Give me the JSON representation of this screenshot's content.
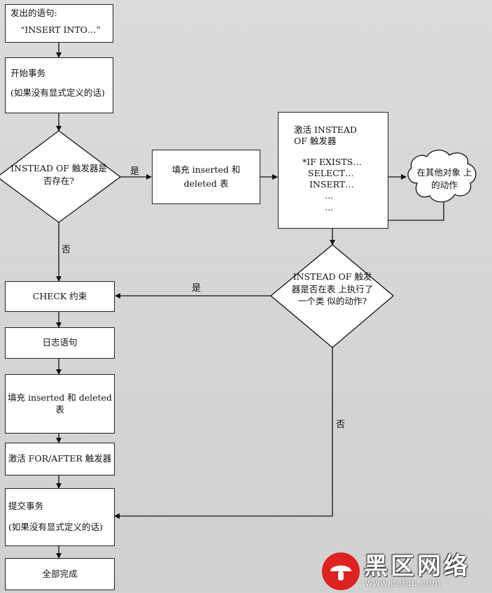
{
  "statement": {
    "line1": "发出的语句:",
    "line2": "“INSERT INTO…”"
  },
  "begin_tx": {
    "line1": "开始事务",
    "line2": "(如果没有显式定义的话)"
  },
  "decision_instead": {
    "line1": "INSTEAD OF",
    "line2": "触发器是否存在?"
  },
  "yes_label_1": "是",
  "no_label_1": "否",
  "fill_tables_1": {
    "line1": "填充 inserted 和",
    "line2": "deleted 表"
  },
  "activate_instead": {
    "line1": "激活 INSTEAD",
    "line2": "OF 触发器",
    "code": [
      "*IF EXISTS…",
      "SELECT…",
      "INSERT…",
      "…",
      "…"
    ]
  },
  "other_objects": {
    "line1": "在其他对象",
    "line2": "上的动作"
  },
  "decision_similar": {
    "line1": "INSTEAD OF",
    "line2": "触发器是否在表",
    "line3": "上执行了一个类",
    "line4": "似的动作?"
  },
  "yes_label_2": "是",
  "no_label_2": "否",
  "check_constraint": "CHECK 约束",
  "log_statement": "日志语句",
  "fill_tables_2": "填充 inserted 和 deleted 表",
  "activate_after": "激活 FOR/AFTER 触发器",
  "commit_tx": {
    "line1": "提交事务",
    "line2": "(如果没有显式定义的话)"
  },
  "all_done": "全部完成",
  "watermark": {
    "brand": "黑区网络",
    "url": "www.heiqu.com"
  }
}
